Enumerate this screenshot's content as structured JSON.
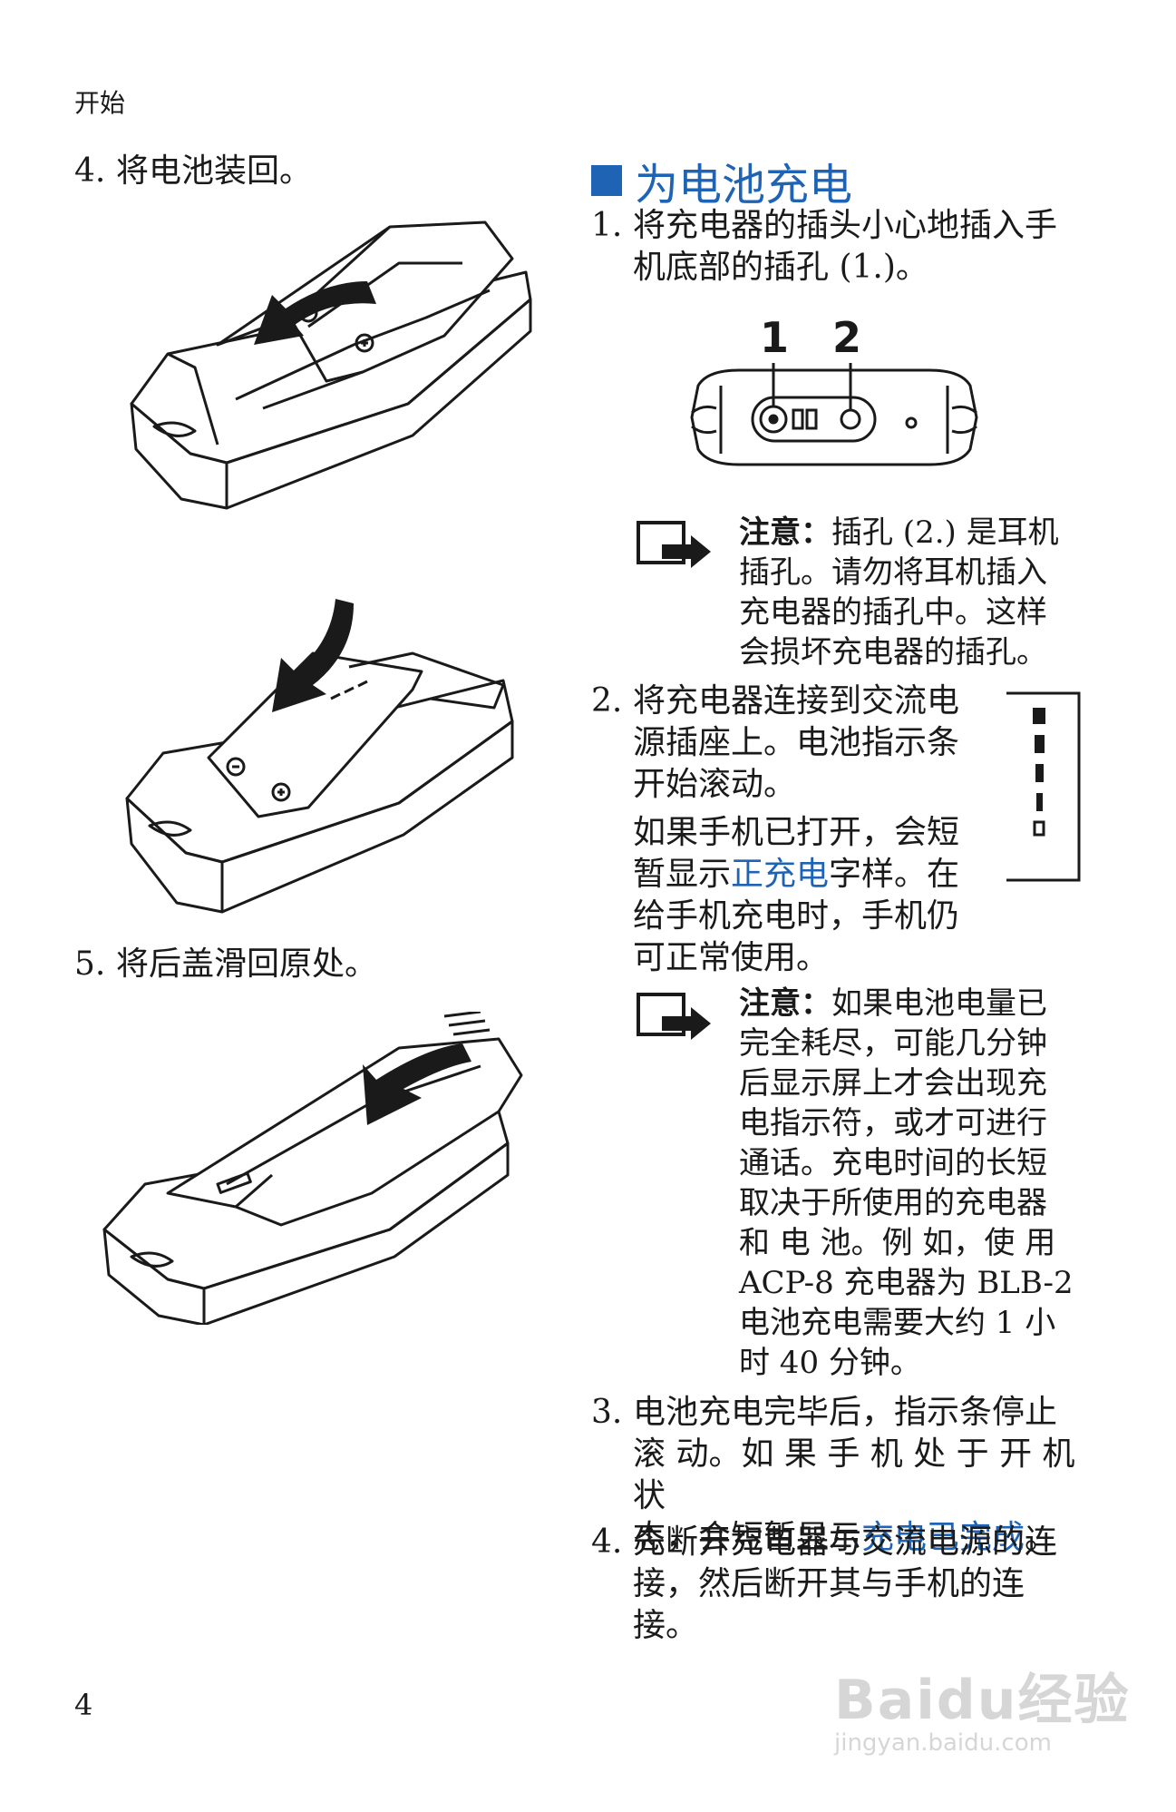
{
  "header": {
    "section": "开始"
  },
  "left": {
    "step4": {
      "num": "4.",
      "text": "将电池装回。"
    },
    "step5": {
      "num": "5.",
      "text": "将后盖滑回原处。"
    }
  },
  "right": {
    "title": "为电池充电",
    "step1": {
      "num": "1.",
      "lines": [
        "将充电器的插头小心地插入手",
        "机底部的插孔 (1.)。"
      ]
    },
    "diagram_labels": {
      "l1": "1",
      "l2": "2"
    },
    "note1": {
      "label": "注意：",
      "lines": [
        "插孔 (2.) 是耳机",
        "插孔。请勿将耳机插入",
        "充电器的插孔中。这样",
        "会损坏充电器的插孔。"
      ]
    },
    "step2": {
      "num": "2.",
      "lines": [
        "将充电器连接到交流电",
        "源插座上。电池指示条",
        "开始滚动。"
      ]
    },
    "step2_para": {
      "line1": "如果手机已打开，会短",
      "line2_pre": "暂显示",
      "line2_hl": "正充电",
      "line2_post": "字样。在",
      "line3": "给手机充电时，手机仍",
      "line4": "可正常使用。"
    },
    "note2": {
      "label": "注意：",
      "lines": [
        "如果电池电量已",
        "完全耗尽，可能几分钟",
        "后显示屏上才会出现充",
        "电指示符，或才可进行",
        "通话。充电时间的长短",
        "取决于所使用的充电器",
        "和 电 池。例 如，使 用",
        "ACP-8 充电器为 BLB-2",
        "电池充电需要大约 1 小",
        "时 40 分钟。"
      ]
    },
    "step3": {
      "num": "3.",
      "line1": "电池充电完毕后，指示条停止",
      "line2": "滚 动。如 果 手 机 处 于 开 机 状",
      "line3_pre": "态，会短暂显示",
      "line3_hl": "充电已完成",
      "line3_post": "。"
    },
    "step4": {
      "num": "4.",
      "lines": [
        "先断开充电器与交流电源的连",
        "接，然后断开其与手机的连",
        "接。"
      ]
    }
  },
  "footer": {
    "page_number": "4"
  },
  "watermark": {
    "logo": "Baidu经验",
    "url": "jingyan.baidu.com"
  },
  "colors": {
    "accent": "#1f63b5",
    "text": "#1a1a1a"
  }
}
